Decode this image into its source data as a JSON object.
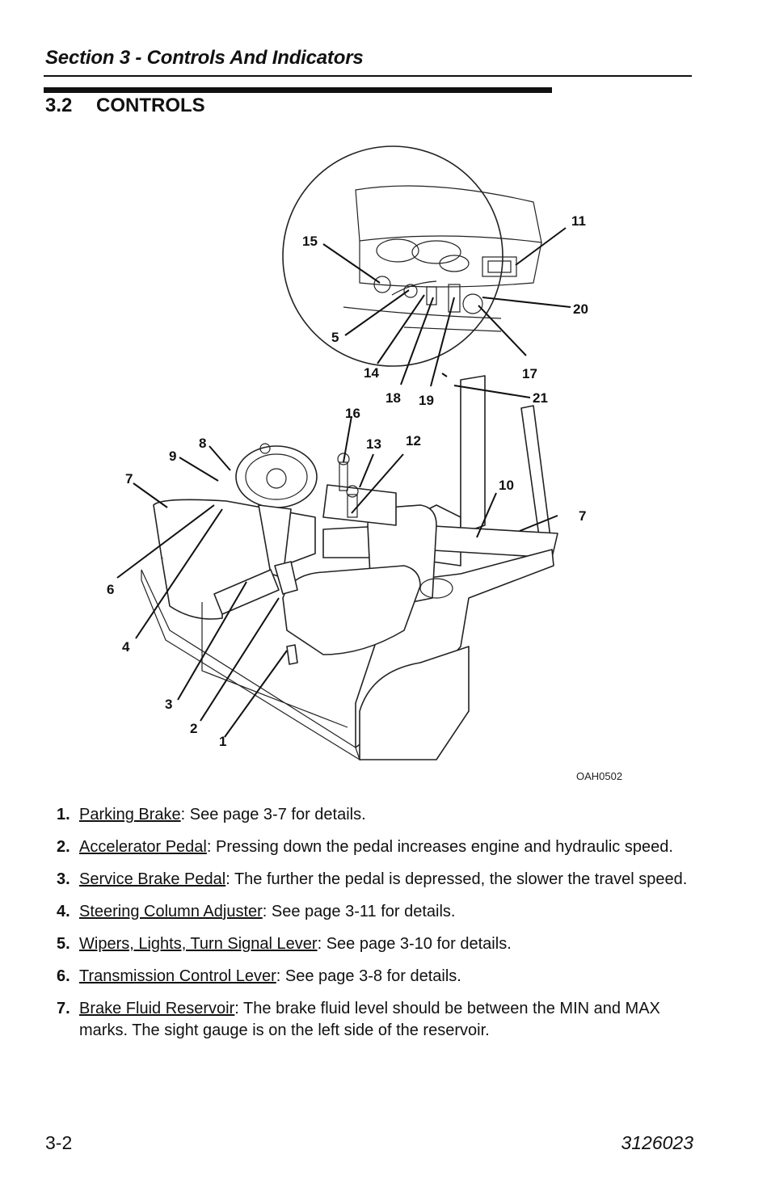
{
  "header": {
    "section_title": "Section 3 - Controls And Indicators",
    "subsection_number": "3.2",
    "subsection_title": "CONTROLS"
  },
  "figure": {
    "id": "OAH0502",
    "callouts": [
      "1",
      "2",
      "3",
      "4",
      "5",
      "6",
      "7",
      "7",
      "8",
      "9",
      "10",
      "11",
      "12",
      "13",
      "14",
      "15",
      "16",
      "17",
      "18",
      "19",
      "20",
      "21"
    ]
  },
  "items": [
    {
      "num": "1.",
      "term": "Parking Brake",
      "desc": ": See page 3-7 for details."
    },
    {
      "num": "2.",
      "term": "Accelerator Pedal",
      "desc": ": Pressing down the pedal increases engine and hydraulic speed."
    },
    {
      "num": "3.",
      "term": "Service Brake Pedal",
      "desc": ": The further the pedal is depressed, the slower the travel speed."
    },
    {
      "num": "4.",
      "term": "Steering Column Adjuster",
      "desc": ": See page 3-11 for details."
    },
    {
      "num": "5.",
      "term": "Wipers, Lights, Turn Signal Lever",
      "desc": ": See page 3-10 for details."
    },
    {
      "num": "6.",
      "term": "Transmission Control Lever",
      "desc": ": See page 3-8 for details."
    },
    {
      "num": "7.",
      "term": "Brake Fluid Reservoir",
      "desc": ": The brake fluid level should be between the MIN and MAX marks. The sight gauge is on the left side of the reservoir."
    }
  ],
  "footer": {
    "page_number": "3-2",
    "doc_number": "3126023"
  }
}
